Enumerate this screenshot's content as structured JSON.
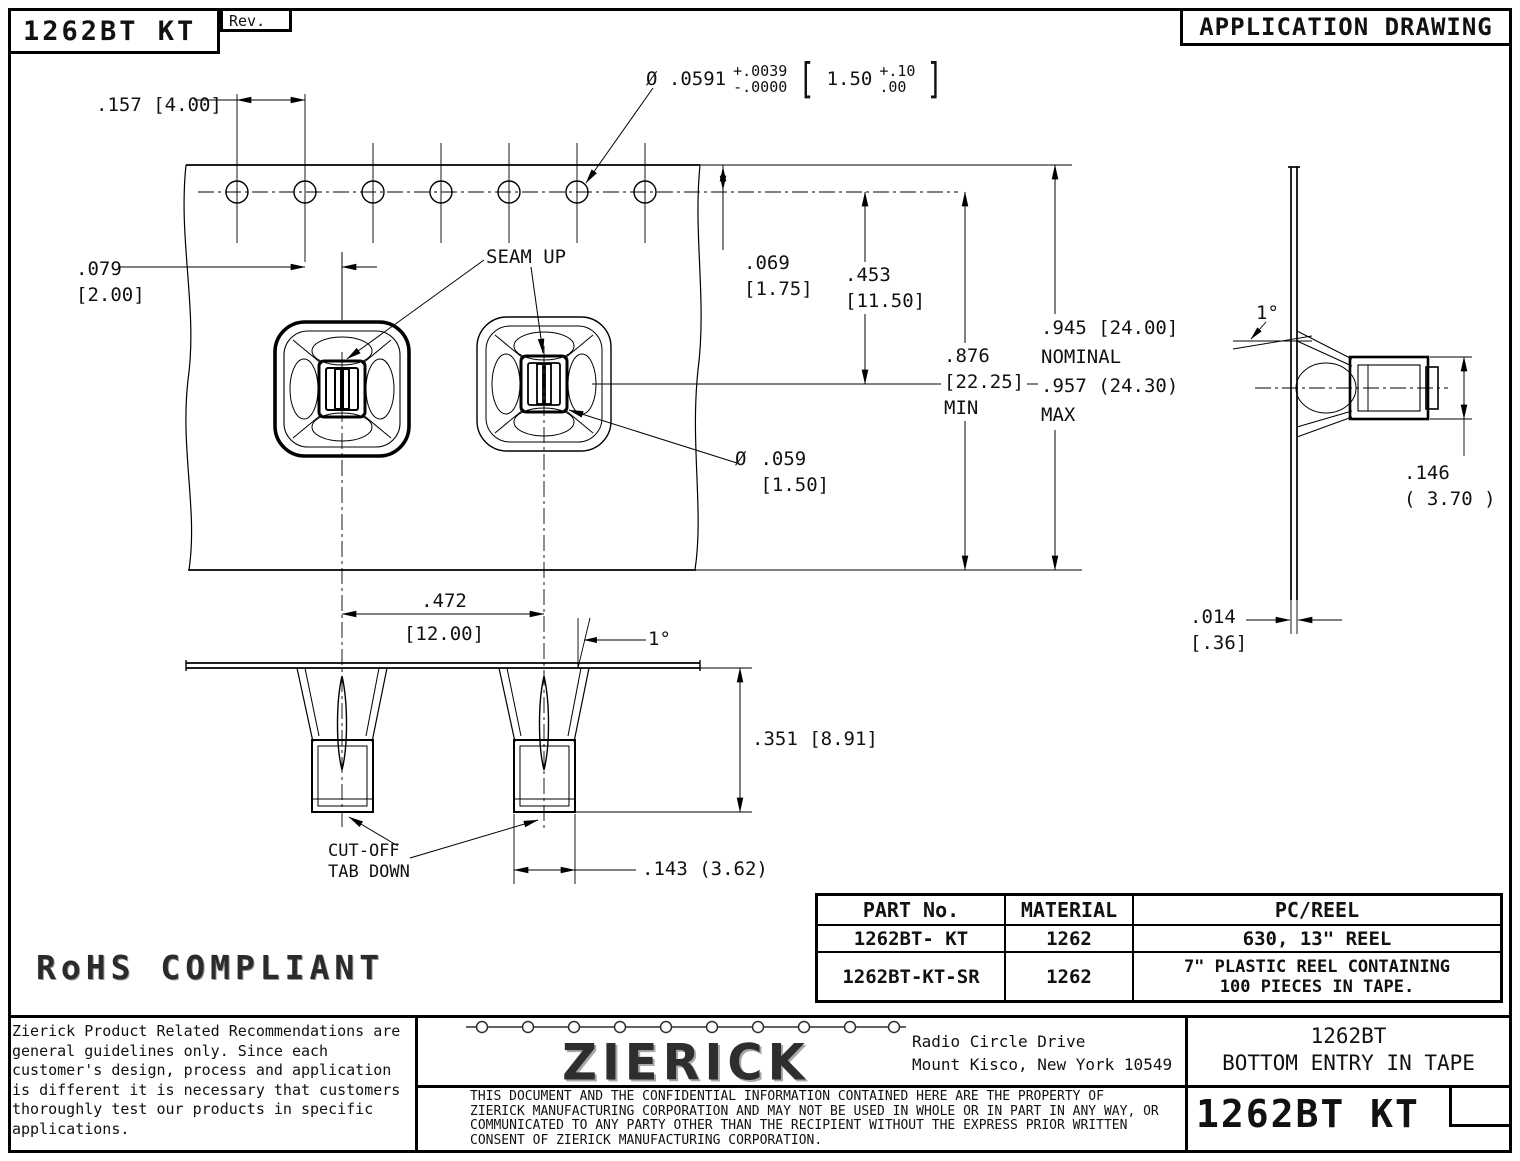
{
  "title_block": {
    "part_no": "1262BT KT",
    "rev_label": "Rev."
  },
  "header": {
    "title": "APPLICATION DRAWING"
  },
  "labels": {
    "pitch": ".157 [4.00]",
    "hole_dia": {
      "prefix": "Ø .0591",
      "tol_plus": "+.0039",
      "tol_minus": "-.0000",
      "bracket_open": "[",
      "mm": "1.50",
      "mm_tol_plus": "+.10",
      "mm_tol_minus": ".00",
      "bracket_close": "]"
    },
    "offset_in": ".079",
    "offset_mm": "[2.00]",
    "seam_up": "SEAM UP",
    "edge_in": ".069",
    "edge_mm": "[1.75]",
    "depth_in": ".453",
    "depth_mm": "[11.50]",
    "min_in": ".876",
    "min_mm": "[22.25]",
    "min_label": "MIN",
    "nominal_in": ".945 [24.00]",
    "nominal_label": "NOMINAL",
    "max_in": ".957 (24.30)",
    "max_label": "MAX",
    "slot_dia_sym": "Ø",
    "slot_dia_in": ".059",
    "slot_dia_mm": "[1.50]",
    "pitch2_in": ".472",
    "pitch2_mm": "[12.00]",
    "angle_side": "1°",
    "thk_in": ".146",
    "thk_mm": "( 3.70 )",
    "tape_thk_in": ".014",
    "tape_thk_mm": "[.36]",
    "angle_front": "1°",
    "height_in": ".351 [8.91]",
    "width_in": ".143 (3.62)",
    "cutoff_line1": "CUT-OFF",
    "cutoff_line2": "TAB DOWN",
    "rohs": "RoHS COMPLIANT"
  },
  "table": {
    "headers": [
      "PART No.",
      "MATERIAL",
      "PC/REEL"
    ],
    "rows": [
      {
        "part": "1262BT- KT",
        "material": "1262",
        "reel": "630, 13\" REEL"
      },
      {
        "part": "1262BT-KT-SR",
        "material": "1262",
        "reel_line1": "7\" PLASTIC REEL CONTAINING",
        "reel_line2": "100 PIECES IN TAPE."
      }
    ]
  },
  "footer": {
    "recommendations": "Zierick Product Related Recommendations are general guidelines only. Since each customer's design, process and application is different it is necessary that customers thoroughly test our products in specific applications.",
    "logo_text": "ZIERICK",
    "address_line1": "Radio Circle Drive",
    "address_line2": "Mount Kisco, New York 10549",
    "legal": "THIS DOCUMENT AND THE CONFIDENTIAL INFORMATION CONTAINED HERE ARE THE PROPERTY OF ZIERICK MANUFACTURING CORPORATION AND MAY NOT BE USED IN WHOLE OR IN PART IN ANY WAY, OR COMMUNICATED TO ANY PARTY OTHER THAN THE RECIPIENT WITHOUT THE EXPRESS PRIOR WRITTEN CONSENT OF ZIERICK MANUFACTURING CORPORATION.",
    "product_line1": "1262BT",
    "product_line2": "BOTTOM ENTRY IN TAPE",
    "part_no_large": "1262BT KT"
  }
}
